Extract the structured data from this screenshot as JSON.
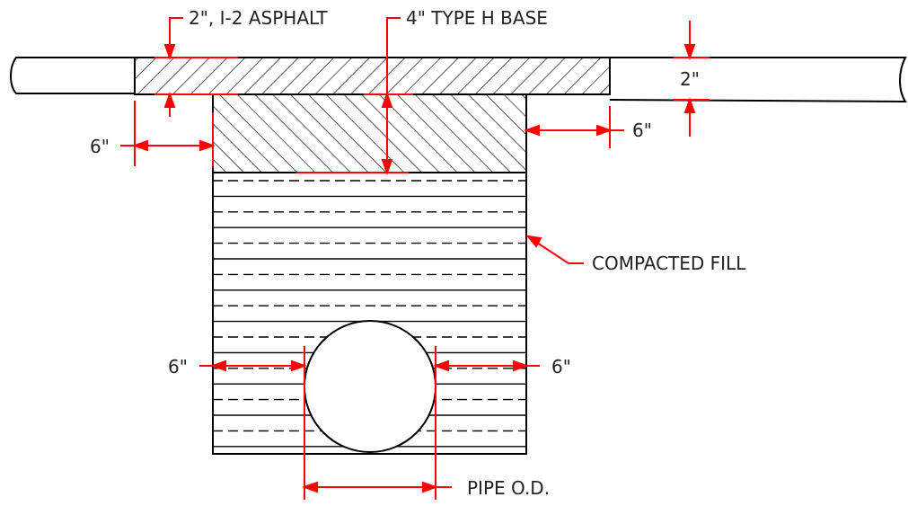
{
  "labels": {
    "asphalt": "2\", I-2 ASPHALT",
    "base": "4\" TYPE H BASE",
    "pavement_thickness": "2\"",
    "left_offset": "6\"",
    "right_offset": "6\"",
    "compacted_fill": "COMPACTED FILL",
    "pipe_left_clearance": "6\"",
    "pipe_right_clearance": "6\"",
    "pipe_od": "PIPE O.D."
  },
  "colors": {
    "linework": "#000000",
    "dimension": "#ff0000",
    "text": "#222222"
  }
}
